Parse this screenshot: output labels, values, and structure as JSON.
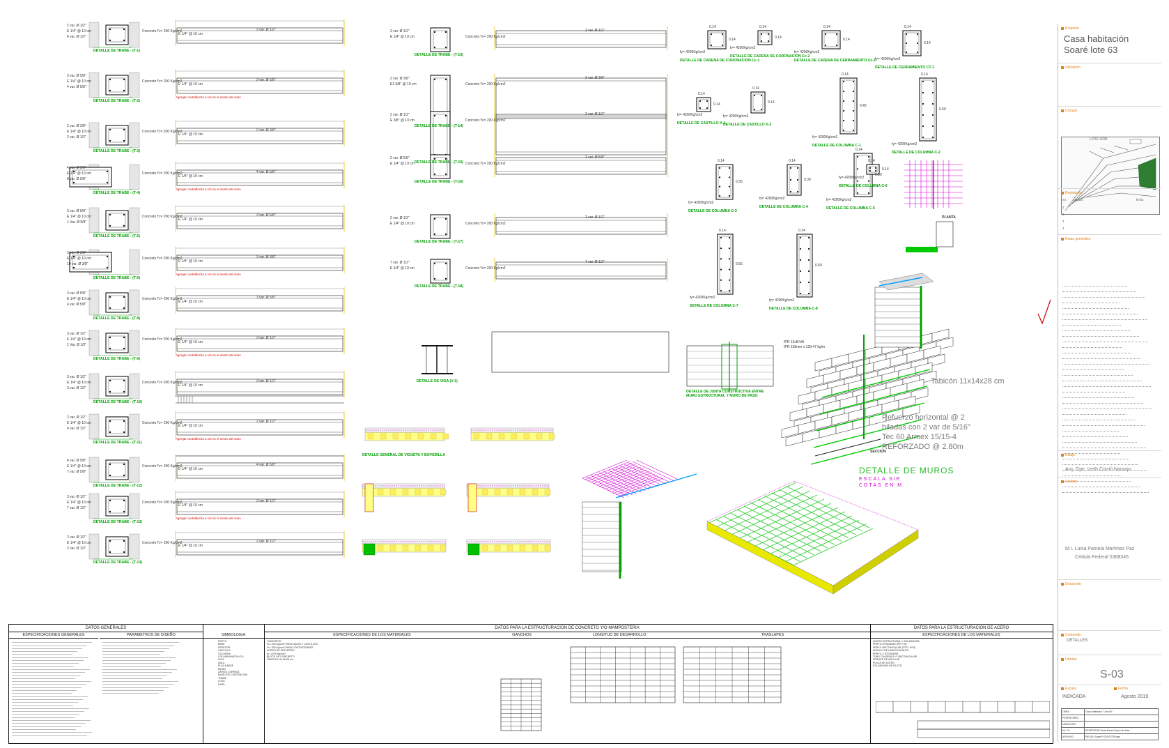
{
  "beams_left": [
    {
      "id": "T-1",
      "top_note": "2 var. Ø 1/2\"",
      "stirrup": "E 1/4\" @ 10 cm",
      "bot_note": "4 var. Ø 1/2\"",
      "concrete": "Concreto f'c= 200 Kg/cm2",
      "title": "DETALLE DE TRABE - (T-1)"
    },
    {
      "id": "T-2",
      "top_note": "3 var. Ø 5/8\"",
      "stirrup": "E 1/4\" @ 10 cm",
      "bot_note": "4 var. Ø 5/8\"",
      "concrete": "Concreto f'c= 200 Kg/cm2",
      "title": "DETALLE DE TRABE - (T-2)"
    },
    {
      "id": "T-3",
      "top_note": "2 var. Ø 3/8\"",
      "stirrup": "E 1/4\" @ 10 cm",
      "bot_note": "2 var. Ø 1/2\"",
      "concrete": "Concreto f'c= 200 Kg/cm2",
      "title": "DETALLE DE TRABE - (T-3)"
    },
    {
      "id": "T-4",
      "top_note": "4 var. Ø 5/8\"",
      "stirrup": "E 1/4\" @ 10 cm",
      "bot_note": "8 var. Ø 5/8\"",
      "concrete": "Concreto f'c= 200 Kg/cm2",
      "title": "DETALLE DE TRABE - (T-4)"
    },
    {
      "id": "T-5",
      "top_note": "3 var. Ø 5/8\"",
      "stirrup": "E 1/4\" @ 10 cm",
      "bot_note": "1 Var. Ø 5/8\"",
      "concrete": "Concreto f'c= 200 Kg/cm2",
      "title": "DETALLE DE TRABE - (T-5)"
    },
    {
      "id": "T-6",
      "top_note": "3 var. Ø 3/8\"",
      "stirrup": "E 1/4\" @ 10 cm",
      "bot_note": "10 var. Ø 3/8\"",
      "concrete": "Concreto f'c= 200 Kg/cm2",
      "title": "DETALLE DE TRABE - (T-6)"
    },
    {
      "id": "T-8",
      "top_note": "3 var. Ø 5/8\"",
      "stirrup": "E 1/4\" @ 10 cm",
      "bot_note": "4 var. Ø 5/8\"",
      "concrete": "Concreto f'c= 200 Kg/cm2",
      "title": "DETALLE DE TRABE - (T-8)"
    },
    {
      "id": "T-9",
      "top_note": "3 var. Ø 1/2\"",
      "stirrup": "E 1/4\" @ 10 cm",
      "bot_note": "1 Var. Ø 1/2\"",
      "concrete": "Concreto f'c= 200 Kg/cm2",
      "title": "DETALLE DE TRABE - (T-9)"
    },
    {
      "id": "T-10",
      "top_note": "3 var. Ø 1/2\"",
      "stirrup": "E 1/4\" @ 10 cm",
      "bot_note": "3 var. Ø 1/2\"",
      "concrete": "Concreto f'c= 200 Kg/cm2",
      "title": "DETALLE DE TRABE - (T-10)"
    },
    {
      "id": "T-11",
      "top_note": "2 var. Ø 1/2\"",
      "stirrup": "E 1/4\" @ 10 cm",
      "bot_note": "4 var. Ø 1/2\"",
      "concrete": "Concreto f'c= 200 Kg/cm2",
      "title": "DETALLE DE TRABE - (T-11)"
    },
    {
      "id": "T-12",
      "top_note": "4 var. Ø 5/8\"",
      "stirrup": "E 1/4\" @ 10 cm",
      "bot_note": "7 var. Ø 5/8\"",
      "concrete": "Concreto f'c= 200 Kg/cm2",
      "title": "DETALLE DE TRABE - (T-12)"
    },
    {
      "id": "T-13",
      "top_note": "3 var. Ø 1/2\"",
      "stirrup": "E 1/4\" @ 10 cm",
      "bot_note": "7 var. Ø 1/2\"",
      "concrete": "Concreto f'c= 200 Kg/cm2",
      "title": "DETALLE DE TRABE - (T-13)"
    },
    {
      "id": "T-14",
      "top_note": "2 var. Ø 1/2\"",
      "stirrup": "E 1/4\" @ 10 cm",
      "bot_note": "2 var. Ø 1/2\"",
      "concrete": "Concreto f'c= 200 Kg/cm2",
      "title": "DETALLE DE TRABE - (T-14)"
    }
  ],
  "beam_note": "Agregar contraflecha a 1/4 en el centro del claro",
  "beams_mid": [
    {
      "title": "DETALLE DE TRABE - (T-13)",
      "top_note": "2 var. Ø 1/2\"",
      "stirrup": "E 1/4\" @ 10 cm"
    },
    {
      "title": "DETALLE DE TRABE - (T-14)",
      "top_note": "2 var. Ø 3/8\"",
      "stirrup": "E3 3/8\" @ 10 cm"
    },
    {
      "title": "DETALLE DE TRABE - (T-15)",
      "top_note": "2 var. Ø 1/2\"",
      "stirrup": "E 3/8\" @ 10 cm"
    },
    {
      "title": "DETALLE DE TRABE - (T-16)",
      "top_note": "2 var. Ø 5/8\"",
      "stirrup": "E 1/4\" @ 10 cm"
    },
    {
      "title": "DETALLE DE TRABE - (T-17)",
      "top_note": "2 var. Ø 1/2\"",
      "stirrup": "E 1/4\" @ 10 cm"
    },
    {
      "title": "DETALLE DE TRABE - (T-18)",
      "top_note": "7 var. Ø 1/2\"",
      "stirrup": "E 1/4\" @ 10 cm"
    }
  ],
  "ipr": {
    "title": "DETALLE DE VIGA (V-1)",
    "line1": "IPR 12x8⅞/ft",
    "line2": "IPR 318mm x 129.47 kg/m"
  },
  "columns": [
    {
      "title": "DETALLE DE CADENA DE CORONACION Cc-1",
      "dim": "0.14"
    },
    {
      "title": "DETALLE DE CADENA DE CORONACION Cc-2",
      "dim": "0.14"
    },
    {
      "title": "DETALLE DE CADENA DE CERRAMIENTO Cc-1",
      "dim": "0.14"
    },
    {
      "title": "DETALLE DE CERRAMIENTO CT-1",
      "dim": "0.14"
    },
    {
      "title": "DETALLE DE CASTILLO K-1",
      "dim": "0.14"
    },
    {
      "title": "DETALLE DE CASTILLO K-2",
      "dim": "0.14"
    },
    {
      "title": "DETALLE DE COLUMNA C-1",
      "dim": "0.45"
    },
    {
      "title": "DETALLE DE COLUMNA C-2",
      "dim": "0.60"
    },
    {
      "title": "DETALLE DE COLUMNA C-3",
      "dim": "0.35"
    },
    {
      "title": "DETALLE DE COLUMNA C-4",
      "dim": "0.30"
    },
    {
      "title": "DETALLE DE COLUMNA C-5",
      "dim": "0.50"
    },
    {
      "title": "DETALLE DE COLUMNA C-6",
      "dim": "0.14"
    },
    {
      "title": "DETALLE DE COLUMNA C-7",
      "dim": "0.55"
    },
    {
      "title": "DETALLE DE COLUMNA C-8",
      "dim": "0.60"
    }
  ],
  "wall": {
    "tabicon": "Tabicón 11x14x28 cm",
    "refuerzo": "Refuerzo horizontal @ 2\nhiladas con 2 var de 5/16\"\nTec 60 Armex 15/15-4\nREFORZADO @ 2.80m",
    "detail": "DETALLE DE MUROS",
    "scale": "ESCALA S/E\nCOTAS EN M.",
    "junta": "DETALLE DE JUNTA CONSTRUCTIVA ENTRE MURO ESTRUCTURAL Y MURO DE PASO",
    "seccion": "SECCION",
    "planta": "PLANTA",
    "losa": "DETALLE GENERAL DE VIGUETA Y BOVEDILLA"
  },
  "title_block": {
    "proyecto_lbl": "Proyecto",
    "project_title": "Casa habitación\nSoaré lote 63",
    "ubicacion_lbl": "Ubicación",
    "croquis_lbl": "Croquis",
    "lote": "LOTE #236",
    "revisiones_lbl": "Revisiones",
    "rev_cols": [
      "no.",
      "cambio",
      "fecha"
    ],
    "rev_rows": [
      "1.",
      "2.",
      "3.",
      "4."
    ],
    "notas_lbl": "Notas generales",
    "dibujo_lbl": "Dibujo",
    "dibujo_name": "Arq. Gpe. Izeth Corrió Naranjo",
    "calculo_lbl": "Cálculo",
    "calculo_name": "M.I. Luisa Pamela Martínez Paz",
    "cedula": "Cédula Federal 5368345",
    "desarrollo_lbl": "Desarrollo",
    "contenido_lbl": "Contenido",
    "contenido": "DETALLES",
    "lamina_lbl": "Lámina",
    "sheet": "S-03",
    "escala_lbl": "Escala",
    "escala": "INDICADA",
    "fecha_lbl": "Fecha",
    "fecha": "Agosto 2019",
    "info_rows": [
      [
        "OBRA:",
        "Casa habitación \"Lote 63\""
      ],
      [
        "PROPIETARIO:",
        ""
      ],
      [
        "UBICACION:",
        ""
      ],
      [
        "No. Of.:",
        "DESPERTAR Serial Bossé Bosch No.fdas"
      ],
      [
        "ARCHIVO:",
        "PAS 63: Soaré P-003 ESTR.dwg"
      ]
    ]
  },
  "specs": {
    "datos_generales": "DATOS GENERALES",
    "esp_generales": "ESPECIFICACIONES GENERALES",
    "param_diseno": "PARAMETROS DE DISEÑO",
    "simbologia": "SIMBOLOGIA",
    "datos_concreto": "DATOS PARA LA ESTRUCTURACION DE CONCRETO Y/O MAMPOSTERIA",
    "esp_materiales": "ESPECIFICACIONES DE LOS MATERIALES",
    "ganchos": "GANCHOS",
    "longitud": "LONGITUD DE DESARROLLO",
    "traslapes": "TRASLAPES",
    "datos_acero": "DATOS PARA LA ESTRUCTURACION DE ACERO",
    "esp_materiales_acero": "ESPECIFICACIONES DE LOS MATERIALES",
    "acero_items": [
      "ACERO ESTRUCTURAL Y SOLDADURA",
      "PERFIL ESTANDAR (IPR / W)",
      "PERFIL RECTANGULAR (PTR / HSS)",
      "ANGULO DE LADOS IGUALES",
      "PERFIL C ESTANDAR",
      "TUBO CUADRADO O RECTANGULAR",
      "PERNOS DE ANCLAJE",
      "PLACA DE ACERO",
      "SOLDADURA DE FILETE"
    ],
    "simb_items": [
      "PRETIL",
      "BASE",
      "ESPESOR",
      "CASTILLO",
      "COLUMNA",
      "COLUMNA METALICA",
      "VIGA",
      "DALA",
      "PLACA BASE",
      "MURO",
      "ZAPATA CORRIDA",
      "MURO DE CONTENCION",
      "TRABE",
      "LOSA",
      "NIVEL"
    ],
    "concreto_items": [
      "CONCRETO",
      "f'c= 200 Kg/cm2 PARA DALAS Y CASTILLOS",
      "f'c= 250 Kg/cm2 PARA CONTRATRABES",
      "ACERO DE REFUERZO",
      "fy= 4200 Kg/cm2",
      "BLOCK DE CONCRETO",
      "TABICON 11x14x28 cm"
    ]
  }
}
